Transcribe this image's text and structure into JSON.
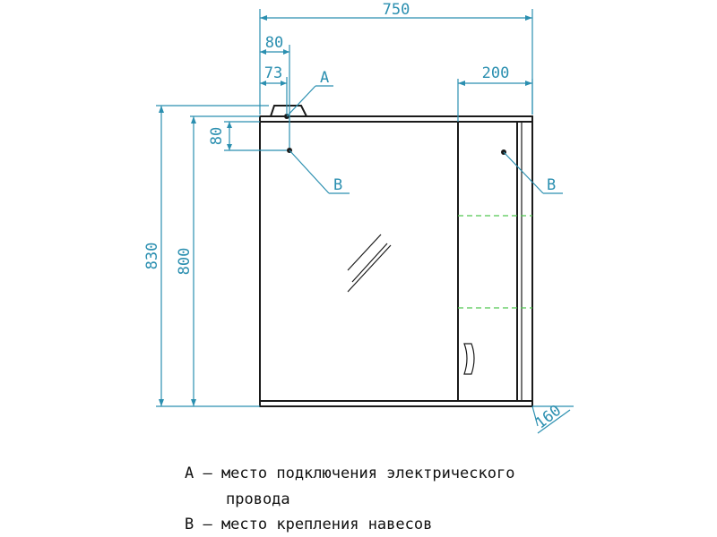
{
  "dimensions": {
    "total_width": "750",
    "left_offset_80": "80",
    "left_offset_73": "73",
    "cabinet_width": "200",
    "top_offset_80": "80",
    "total_height": "830",
    "body_height": "800",
    "depth": "160"
  },
  "markers": {
    "a": "A",
    "b_left": "B",
    "b_right": "B"
  },
  "legend": {
    "line1": "А – место подключения электрического",
    "line2": "провода",
    "line3": "В – место крепления навесов"
  },
  "colors": {
    "dimension": "#2b8fb0",
    "outline": "#1a1a1a",
    "shelf": "#52c752"
  }
}
